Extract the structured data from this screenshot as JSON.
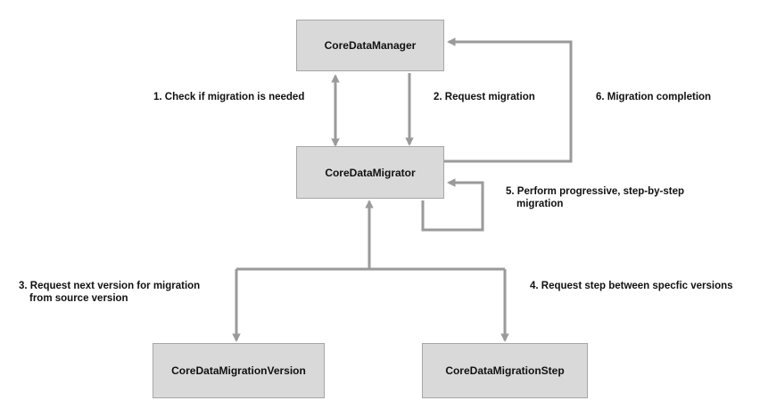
{
  "nodes": {
    "manager": "CoreDataManager",
    "migrator": "CoreDataMigrator",
    "version": "CoreDataMigrationVersion",
    "step": "CoreDataMigrationStep"
  },
  "edges": {
    "e1": "1. Check if migration is needed",
    "e2": "2. Request migration",
    "e3": [
      "3. Request next version for migration",
      "from source version"
    ],
    "e4": "4. Request step between specfic versions",
    "e5": [
      "5. Perform progressive, step-by-step",
      "migration"
    ],
    "e6": "6. Migration completion"
  },
  "colors": {
    "node_fill": "#d9d9d9",
    "node_border": "#a6a6a6",
    "arrow": "#9a9a9a"
  }
}
